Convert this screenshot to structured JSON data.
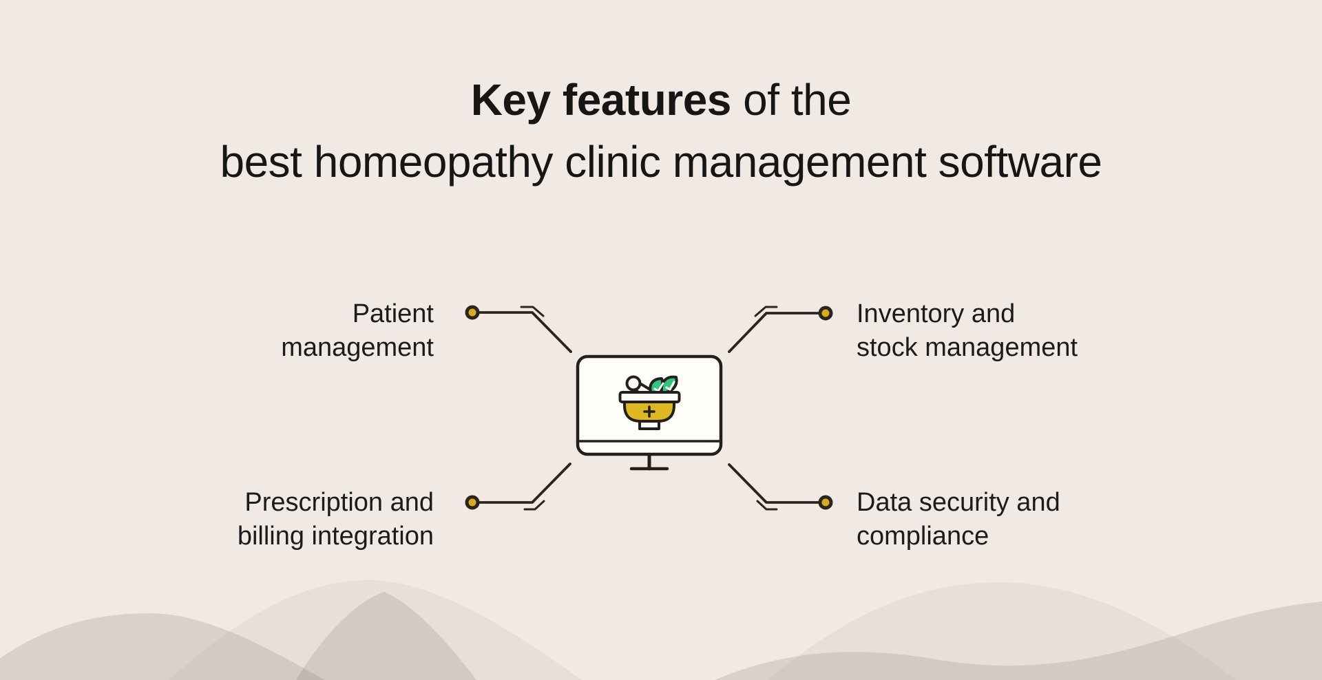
{
  "title": {
    "line1_bold": "Key features",
    "line1_rest": " of the",
    "line2": "best homeopathy clinic management software"
  },
  "features": {
    "top_left": {
      "label": "Patient\nmanagement"
    },
    "top_right": {
      "label": "Inventory and\nstock management"
    },
    "bottom_left": {
      "label": "Prescription and\nbilling integration"
    },
    "bottom_right": {
      "label": "Data security and\ncompliance"
    }
  },
  "center_icon": {
    "name": "monitor-with-mortar-pestle"
  },
  "colors": {
    "background": "#f1eae4",
    "hill_light": "#e7e0da",
    "hill_shadow": "rgba(140,125,110,0.22)",
    "text": "#1b1b1b",
    "line": "#2b2521",
    "dot_gold": "#d9ac1c",
    "bowl_gold": "#ddb820",
    "leaf_green": "#2ec57e",
    "monitor_fill": "#fffefb"
  }
}
